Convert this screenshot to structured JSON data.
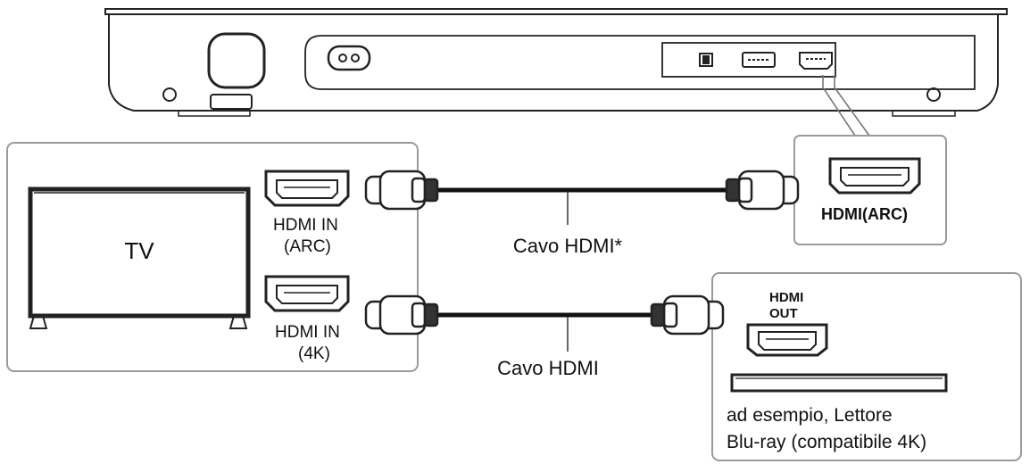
{
  "tv": {
    "label": "TV"
  },
  "tv_ports": {
    "arc": {
      "line1": "HDMI IN",
      "line2": "(ARC)"
    },
    "k4": {
      "line1": "HDMI IN",
      "line2": "(4K)"
    }
  },
  "cables": {
    "top": "Cavo HDMI*",
    "bottom": "Cavo HDMI"
  },
  "soundbar_port": {
    "label": "HDMI(ARC)"
  },
  "player": {
    "out_line1": "HDMI",
    "out_line2": "OUT",
    "caption_line1": "ad esempio, Lettore",
    "caption_line2": "Blu-ray (compatibile 4K)"
  }
}
